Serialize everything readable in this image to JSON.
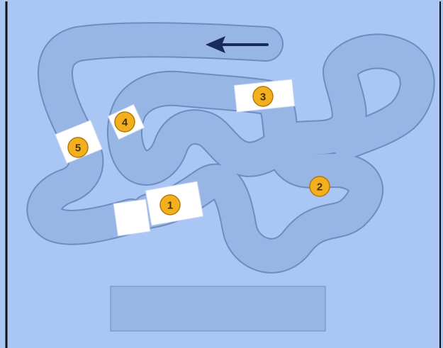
{
  "colors": {
    "background": "#a9c6f4",
    "track": "#97b5e5",
    "track_edge": "#6f8cbf",
    "border": "#111111",
    "marker_fill": "#f2b01e",
    "marker_stroke": "#b57a05",
    "marker_text": "#4a2f00",
    "arrow": "#1b2a5c",
    "pad": "#ffffff",
    "placeholder_box": "#97b5e5"
  },
  "direction": {
    "icon": "arrow-left-icon",
    "meaning": "racing-direction"
  },
  "markers": [
    {
      "label": "1"
    },
    {
      "label": "2"
    },
    {
      "label": "3"
    },
    {
      "label": "4"
    },
    {
      "label": "5"
    }
  ]
}
